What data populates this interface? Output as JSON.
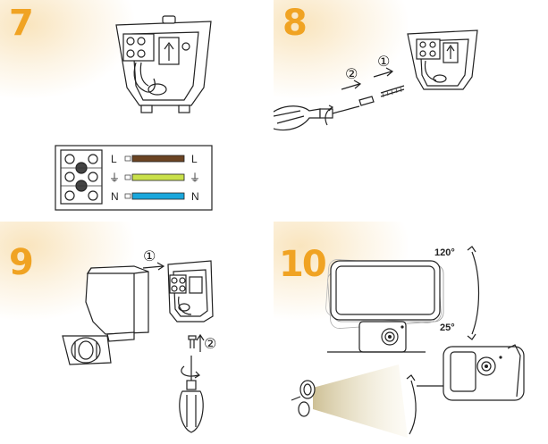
{
  "steps": [
    {
      "number": "7"
    },
    {
      "number": "8"
    },
    {
      "number": "9"
    },
    {
      "number": "10"
    }
  ],
  "wiring": {
    "terminals": [
      {
        "symbol_left": "L",
        "symbol_right": "L",
        "wire_color": "#6b4423"
      },
      {
        "symbol_left": "⏚",
        "symbol_right": "⏚",
        "wire_color": "#c9e04a"
      },
      {
        "symbol_left": "N",
        "symbol_right": "N",
        "wire_color": "#1aa7dc"
      }
    ]
  },
  "step8": {
    "callouts": [
      "②",
      "①"
    ]
  },
  "step9": {
    "callouts": [
      "①",
      "②"
    ]
  },
  "step10": {
    "tilt_angles": [
      "120°",
      "25°"
    ]
  },
  "colors": {
    "accent": "#f0a323",
    "light_beam": "#e8d9a8"
  }
}
